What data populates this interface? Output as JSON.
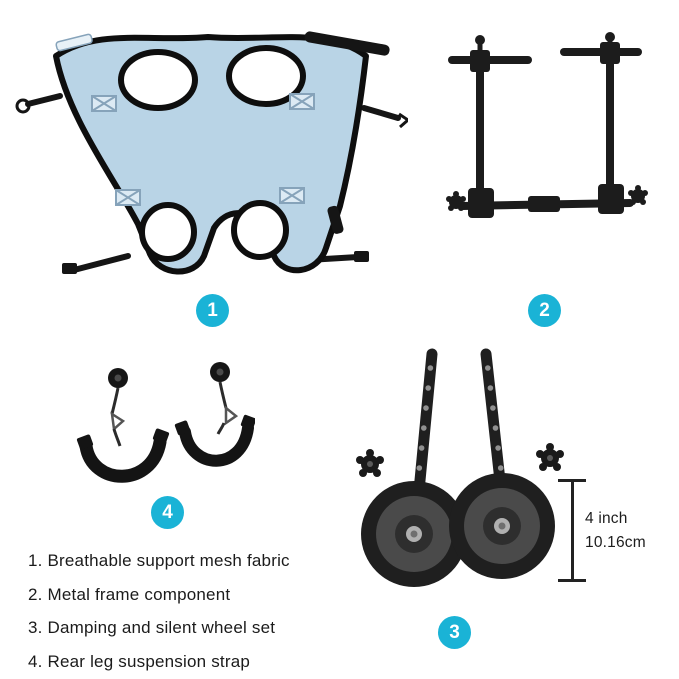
{
  "colors": {
    "accent": "#1ab3d6",
    "fabric_blue": "#b9d4e6",
    "part_black": "#1c1c1c",
    "text": "#1b1b1b"
  },
  "callouts": [
    "1",
    "2",
    "3",
    "4"
  ],
  "measurement": {
    "inches": "4 inch",
    "metric": "10.16cm"
  },
  "legend": {
    "items": [
      "1. Breathable support mesh fabric",
      "2. Metal frame component",
      "3. Damping and silent wheel set",
      "4. Rear leg suspension strap"
    ]
  }
}
